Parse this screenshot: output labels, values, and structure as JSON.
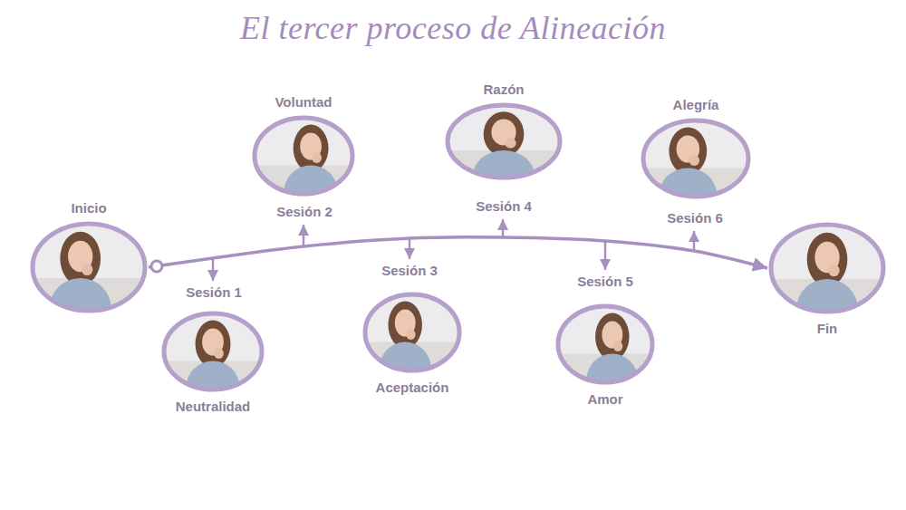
{
  "diagram": {
    "title": "El tercer proceso de Alineación",
    "nodes": [
      {
        "text": [
          "Inicio"
        ]
      },
      {
        "text": [
          "Neutralidad"
        ]
      },
      {
        "text": [
          "Voluntad"
        ]
      },
      {
        "text": [
          "Aceptación"
        ]
      },
      {
        "text": [
          "Razón"
        ]
      },
      {
        "text": [
          "Amor"
        ]
      },
      {
        "text": [
          "Alegría"
        ]
      },
      {
        "text": [
          "Fin"
        ]
      }
    ],
    "edges": [
      {
        "from": 0,
        "to": 7,
        "arrow": "to"
      }
    ],
    "labels": [
      "Sesión 1",
      "Sesión 2",
      "Sesión 3",
      "Sesión 4",
      "Sesión 5",
      "Sesión 6"
    ]
  }
}
